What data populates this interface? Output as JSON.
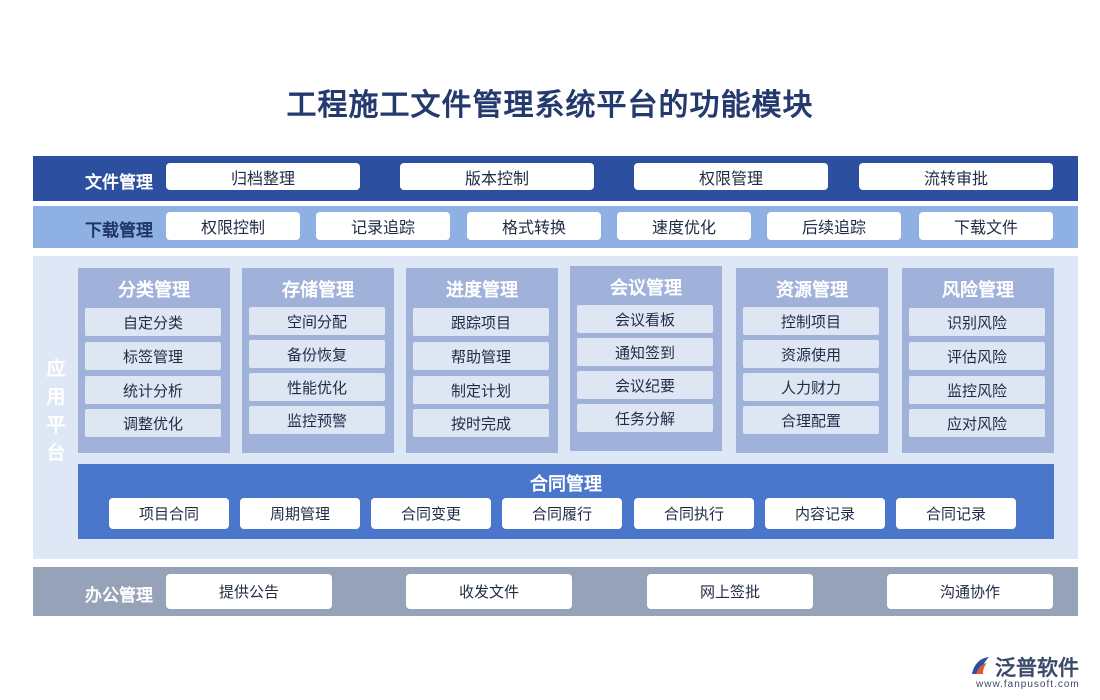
{
  "title": "工程施工文件管理系统平台的功能模块",
  "file_mgmt": {
    "label": "文件管理",
    "items": [
      "归档整理",
      "版本控制",
      "权限管理",
      "流转审批"
    ]
  },
  "download_mgmt": {
    "label": "下载管理",
    "items": [
      "权限控制",
      "记录追踪",
      "格式转换",
      "速度优化",
      "后续追踪",
      "下载文件"
    ]
  },
  "app_platform": {
    "label": "应用平台",
    "modules": [
      {
        "title": "分类管理",
        "items": [
          "自定分类",
          "标签管理",
          "统计分析",
          "调整优化"
        ]
      },
      {
        "title": "存储管理",
        "items": [
          "空间分配",
          "备份恢复",
          "性能优化",
          "监控预警"
        ]
      },
      {
        "title": "进度管理",
        "items": [
          "跟踪项目",
          "帮助管理",
          "制定计划",
          "按时完成"
        ]
      },
      {
        "title": "会议管理",
        "items": [
          "会议看板",
          "通知签到",
          "会议纪要",
          "任务分解"
        ]
      },
      {
        "title": "资源管理",
        "items": [
          "控制项目",
          "资源使用",
          "人力财力",
          "合理配置"
        ]
      },
      {
        "title": "风险管理",
        "items": [
          "识别风险",
          "评估风险",
          "监控风险",
          "应对风险"
        ]
      }
    ],
    "contract": {
      "title": "合同管理",
      "items": [
        "项目合同",
        "周期管理",
        "合同变更",
        "合同履行",
        "合同执行",
        "内容记录",
        "合同记录"
      ]
    }
  },
  "office_mgmt": {
    "label": "办公管理",
    "items": [
      "提供公告",
      "收发文件",
      "网上签批",
      "沟通协作"
    ]
  },
  "logo": {
    "name": "泛普软件",
    "url": "www.fanpusoft.com",
    "icon": "fanpu-logo-icon"
  },
  "colors": {
    "title": "#243a6e",
    "file_band": "#2c4fa0",
    "download_band": "#8fb0e2",
    "app_band": "#dde7f6",
    "module": "#a0b2d9",
    "contract": "#4a76cc",
    "office_band": "#96a2b8"
  }
}
